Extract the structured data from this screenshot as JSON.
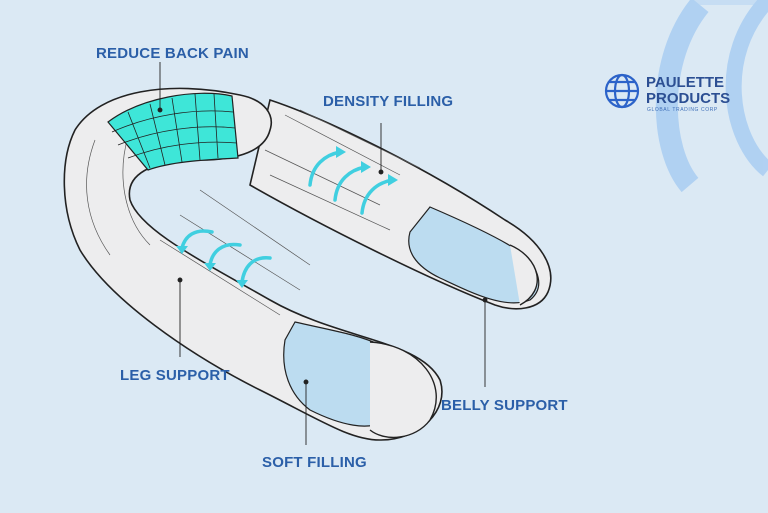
{
  "callouts": {
    "reduce_back_pain": "REDUCE BACK PAIN",
    "density_filling": "DENSITY FILLING",
    "leg_support": "LEG SUPPORT",
    "belly_support": "BELLY SUPPORT",
    "soft_filling": "SOFT FILLING"
  },
  "brand": {
    "line1": "PAULETTE",
    "line2": "PRODUCTS",
    "tagline": "GLOBAL TRADING CORP",
    "logo_icon": "globe-icon"
  },
  "colors": {
    "background": "#dbe9f4",
    "label_text": "#2b5fa8",
    "pillow_body": "#ededee",
    "back_section": "#3ee6d8",
    "end_sections": "#bcdcf0",
    "arrows": "#40cfe0",
    "outline": "#222222",
    "brand_text": "#2c4f93"
  }
}
